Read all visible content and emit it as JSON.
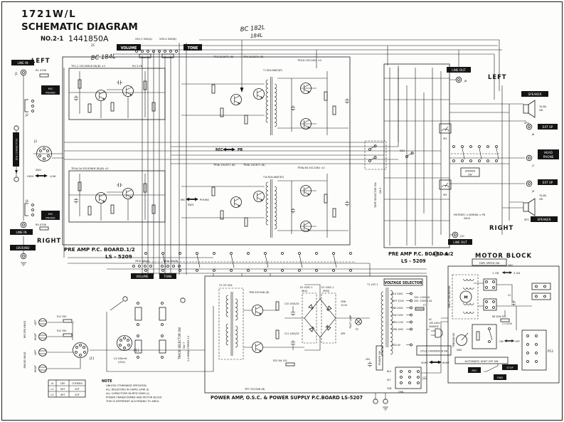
{
  "header": {
    "model": "1721W/L",
    "title": "SCHEMATIC DIAGRAM",
    "doc_no": "NO.2-1",
    "drawing_no": "1441850A",
    "rev": "2C"
  },
  "handwritten": {
    "note1": "BC 184L",
    "note2": "BC 182L",
    "note3": "184L"
  },
  "left_io": {
    "left": "LEFT",
    "line_in_top": "LINE IN",
    "j1": "J1",
    "r1": "R1 470K",
    "mic1": "MIC",
    "phono1": "PHONO",
    "j2": "J2",
    "din": "DIN CONNECTOR",
    "j3": "J3",
    "sw1": "SW1",
    "high": "HIGH",
    "low": "LOW",
    "j4": "J4",
    "mic2": "MIC",
    "phono2": "PHONO",
    "r4": "R4 470K",
    "line_in_bottom": "LINE IN",
    "right": "RIGHT",
    "ground": "GROUND"
  },
  "preamp_left": {
    "board_name": "PRE  AMP  P.C. BOARD.1/2",
    "board_no": "LS - 5209",
    "tr_top": "TR1,2  2SC458LB (B)(B) ×2",
    "tr_bottom": "TR1b,2b  2SC458LB (B)(B) ×2",
    "volume": "VOLUME",
    "tone": "TONE",
    "vr_a": "VR1,2 50K(A)",
    "vr_b": "VR3,4 50K(B)",
    "volume_b": "VOLUME",
    "tone_b": "TONE",
    "vr_a2": "VR1b 50K(A)",
    "vr_b2": "VR2b 50K(B)",
    "rec": "REC",
    "pb": "PB",
    "mic": "MIC",
    "phono": "PHONO",
    "sw3": "SW3",
    "tr3": "TR3 2SC871 (B)",
    "tr4": "TR4 2SC871 (B)",
    "tr56": "TR5,6 2SC1061 ×2",
    "tr3b": "TR3b 2SC871 (B)",
    "tr4b": "TR4b 2SC871 (B)",
    "tr56b": "TR5b,6b 2SC1061 ×2",
    "t1": "T1  RD4-66AT(8T)",
    "t1b": "T1b  RD4-66AT(8T)",
    "r4b": "R4 3.2K"
  },
  "preamp_right": {
    "board_name": "PRE  AMP  P.C. BOARD.1/2",
    "board_no": "LS - 5209",
    "tape_selector": "TAPE SELECTOR SW",
    "sw5": "SW 5",
    "sw1": "SW1",
    "speaker_sw1": "SPEAKER",
    "speaker_sw2": "SW",
    "mute": "MUTE/REC ⇔ NORMAL ⇔ PB",
    "sw10": "SW10",
    "m1": "M1",
    "m2": "M2"
  },
  "right_io": {
    "line_out_top": "LINE OUT",
    "j8": "J8",
    "left": "LEFT",
    "speaker_top": "SPEAKER",
    "sp1": "SP1",
    "imp1": "7Ω-8Ω",
    "imp1b": "2W",
    "ext_sp_top": "EXT SP",
    "j6": "J6",
    "hp1": "HEAD",
    "hp2": "PHONE",
    "j7": "J7",
    "ext_sp_bottom": "EXT SP",
    "j9": "J9",
    "imp2": "7Ω-8Ω",
    "imp2b": "2W",
    "sp2": "SP2",
    "speaker_bottom": "SPEAKER",
    "right": "RIGHT",
    "j10": "J10",
    "line_out_bottom": "LINE OUT"
  },
  "track_selector": {
    "label": "TRACK SELECTOR SW",
    "sw7": "SW 7",
    "mode": "1-4 MONO STEREO 2-3",
    "p11": "P11",
    "l3": "L3 200mH",
    "l3_sub": "(OSC)"
  },
  "heads": {
    "rec_pb": "REC/PB  HEAD",
    "erase": "ERASE  HEAD",
    "left1": "LEFT",
    "right1": "RIGHT",
    "left2": "LEFT",
    "right2": "RIGHT",
    "r11": "R11 390",
    "r12": "R12 390",
    "j11": "J11"
  },
  "coil_table": {
    "headers": [
      "N",
      "CEE",
      "OTHERS"
    ],
    "rows": [
      [
        "L1",
        "30T",
        "20T"
      ],
      [
        "L2",
        "30T",
        "20T"
      ]
    ]
  },
  "note": {
    "title": "NOTE",
    "lines": [
      "UNLESS OTHERWISE SPECIFIED:",
      "ALL RESISTORS IN OHMS 1/4W (J)",
      "ALL CAPACITORS IN MFD 50WV (J)",
      "POWER TRANSFORMER AND MOTOR BLOCK",
      "THIS IS DIFFERENT ACCORDING TO AREA."
    ]
  },
  "power_amp": {
    "board_name": "POWER  AMP,  O.S.C. &  POWER  SUPPLY    P.C.BOARD  LS-5207",
    "t2": "T2  OF-204",
    "tr6": "TR6 2SC948 (B)",
    "tr7": "TR7 2SC948 (B)",
    "c20": "C20 1000/25",
    "c21": "C21 1000/25",
    "r22": "R22 5W 150",
    "d2": "D2 10DC-1",
    "d2c": "(BLK)",
    "d1": "D1 10DC-1",
    "d1c": "(RED)",
    "orn": "ORN",
    "v15": "15.5V",
    "gry": "GRY",
    "pilot": "PILOT LAMP",
    "p2": "P2"
  },
  "power_supply": {
    "t1": "T1  LST-1",
    "selector": "VOLTAGE  SELECTOR",
    "taps": [
      "BLU 240V",
      "WHT 220V",
      "PNK 200V",
      "YLW 125V",
      "BRN 110V",
      "GRN 100V",
      "RED 0V"
    ],
    "fuse1": "100~120V 1A",
    "fuse2": "200~240V 0.5A",
    "f1": "F1",
    "ac1": "AC",
    "ac2": "100-240V",
    "ac3": "50/60HZ",
    "cycle": "CYCLE CONVERSION SW",
    "hz50": "50HZ",
    "hz60": "60HZ",
    "power_sw": "POWER SW",
    "cb1": "CB1",
    "j12": "J12",
    "blu": "BLU",
    "vlt": "VLT",
    "ylw": "YLW",
    "orn": "ORN"
  },
  "motor_block": {
    "title": "MOTOR   BLOCK",
    "tape_speed": "TAPE SPEED SW",
    "sw2": "SW2",
    "speed_low": "1-7/8",
    "speed_high": "3-3/4",
    "induction": "INDUCTION MOTOR",
    "m": "M",
    "r8": "R8 20W 550",
    "c2": "C2",
    "c2v": "2+1/250",
    "tension": "TENSION SW",
    "sw4": "SW4",
    "auto": "AUTOMATIC  SHUT  OFF  SW",
    "on": "ON",
    "off": "OFF",
    "p12": "P12",
    "rec": "REC",
    "stop": "STOP",
    "fwd": "FWD"
  }
}
